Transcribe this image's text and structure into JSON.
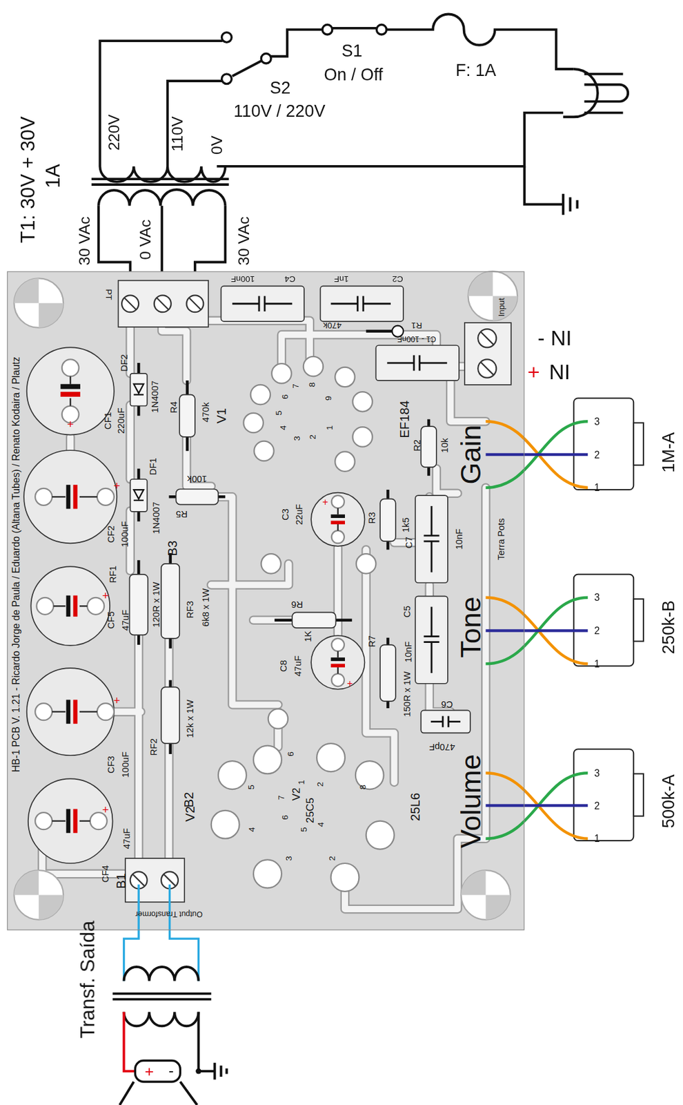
{
  "diagram": {
    "nodes": [
      {
        "text": [
          "HB-1 PCB V. 1.21 - Ricardo Jorge de Paula / Eduardo (Altana Tubes) / Renato Kodaira / Plautz"
        ]
      }
    ],
    "labels": [
      "S1",
      "On / Off",
      "F: 1A",
      "S2",
      "110V / 220V",
      "220V",
      "110V",
      "0V",
      "T1: 30V + 30V",
      "1A",
      "30 VAc",
      "0 VAc",
      "30 VAc",
      "PT",
      "100nF",
      "C4",
      "1nF",
      "C2",
      "470k",
      "R1",
      "C1 - 100nF",
      "Input",
      "- NI",
      "+",
      "NI",
      "DF2",
      "1N4007",
      "CF1",
      "220uF",
      "R4",
      "470k",
      "V1",
      "1",
      "2",
      "3",
      "4",
      "5",
      "6",
      "7",
      "8",
      "9",
      "EF184",
      "R2",
      "10k",
      "Gain",
      "1M-A",
      "3",
      "2",
      "1",
      "R5",
      "100k",
      "DF1",
      "1N4007",
      "CF2",
      "100uF",
      "C3",
      "22uF",
      "R3",
      "1k5",
      "C7",
      "10nF",
      "Terra Pots",
      "RF1",
      "120R x 1W",
      "B3",
      "RF3",
      "6k8 x 1W",
      "CF5",
      "47uF",
      "R6",
      "1K",
      "C8",
      "47uF",
      "R7",
      "C5",
      "10nF",
      "150R x 1W",
      "Tone",
      "250k-B",
      "3",
      "2",
      "1",
      "C6",
      "470pF",
      "RF2",
      "12k x 1W",
      "B2",
      "CF3",
      "100uF",
      "V2",
      "6",
      "5",
      "7",
      "1",
      "2",
      "8",
      "6",
      "5",
      "4",
      "4",
      "3",
      "2",
      "V2",
      "25C5",
      "25L6",
      "Volume",
      "500k-A",
      "3",
      "2",
      "1",
      "47uF",
      "CF4",
      "B1",
      "Output Transformer",
      "Transf. Saída",
      "+",
      "-",
      "+",
      "+",
      "+",
      "+",
      "+",
      "+",
      "+"
    ]
  }
}
